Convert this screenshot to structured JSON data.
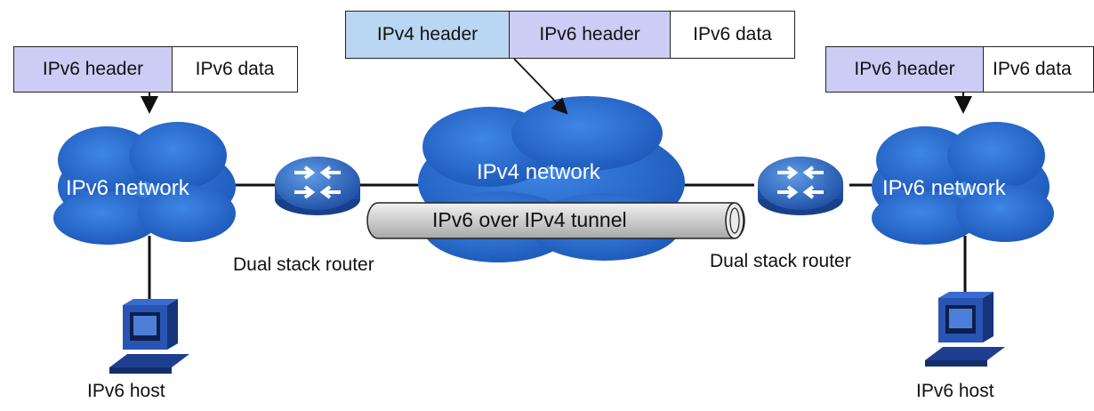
{
  "packets": {
    "left": {
      "header": "IPv6 header",
      "data": "IPv6 data"
    },
    "middle": {
      "ipv4_header": "IPv4 header",
      "ipv6_header": "IPv6 header",
      "data": "IPv6 data"
    },
    "right": {
      "header": "IPv6 header",
      "data": "IPv6 data"
    }
  },
  "clouds": {
    "left": "IPv6 network",
    "center": "IPv4 network",
    "right": "IPv6 network"
  },
  "tunnel": "IPv6 over IPv4 tunnel",
  "routers": {
    "left": "Dual stack router",
    "right": "Dual stack router"
  },
  "hosts": {
    "left": "IPv6 host",
    "right": "IPv6 host"
  },
  "colors": {
    "cloud": "#2b6fd0",
    "cloud_dark": "#1a4fa8",
    "ipv6_header_fill": "#ccccf5",
    "ipv4_header_fill": "#b9d7f2",
    "tunnel_fill": "#d6d6d6"
  },
  "icons": [
    "cloud-icon",
    "router-icon",
    "computer-icon",
    "arrow-icon"
  ]
}
